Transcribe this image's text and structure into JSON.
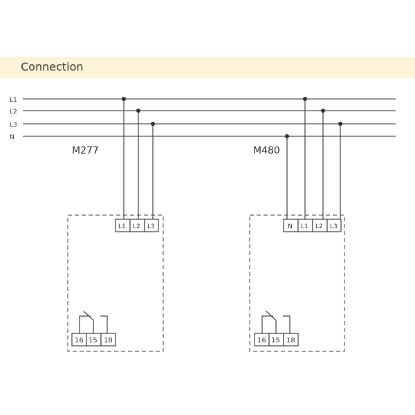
{
  "header": {
    "title": "Connection"
  },
  "bus_lines": [
    "L1",
    "L2",
    "L3",
    "N"
  ],
  "devices": [
    {
      "name": "M277",
      "supply_terminals": [
        "L1",
        "L2",
        "L3"
      ],
      "relay_terminals": [
        "16",
        "15",
        "18"
      ]
    },
    {
      "name": "M480",
      "supply_terminals": [
        "N",
        "L1",
        "L2",
        "L3"
      ],
      "relay_terminals": [
        "16",
        "15",
        "18"
      ]
    }
  ],
  "colors": {
    "header_bg": "#fdf3d6",
    "line": "#444444"
  }
}
